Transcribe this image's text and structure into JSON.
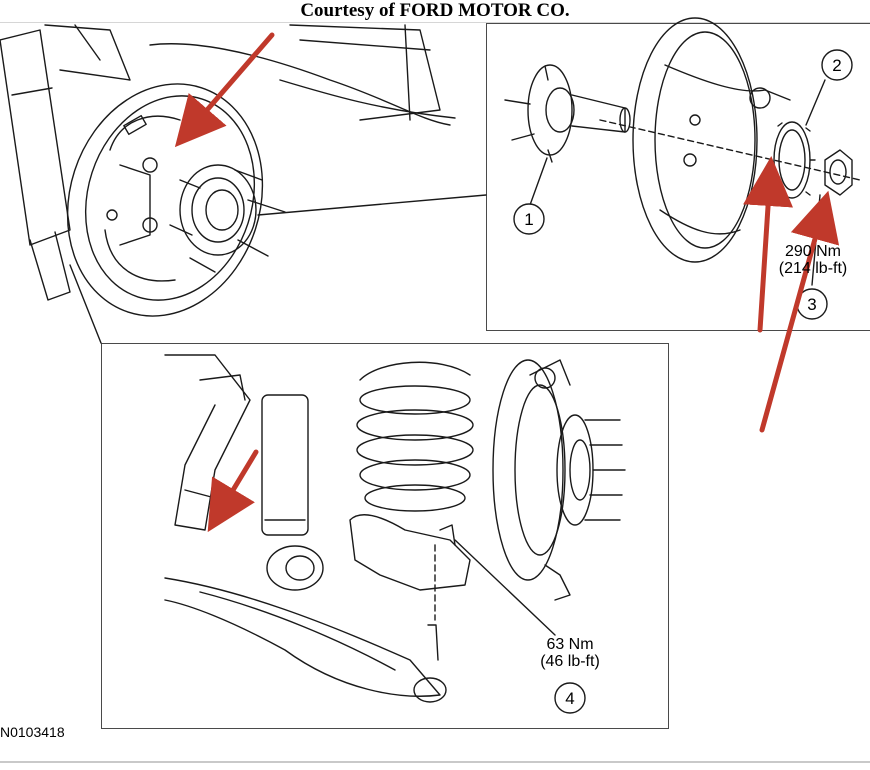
{
  "header": {
    "courtesy": "Courtesy of FORD MOTOR CO."
  },
  "callouts": [
    {
      "number": "1"
    },
    {
      "number": "2"
    },
    {
      "number": "3",
      "torque_nm": "290 Nm",
      "torque_lbft": "(214 lb-ft)"
    },
    {
      "number": "4",
      "torque_nm": "63 Nm",
      "torque_lbft": "(46 lb-ft)"
    }
  ],
  "figure_code": "N0103418",
  "colors": {
    "arrow": "#c0392b",
    "line": "#1a1a1a",
    "frame": "#4a4a4a"
  }
}
